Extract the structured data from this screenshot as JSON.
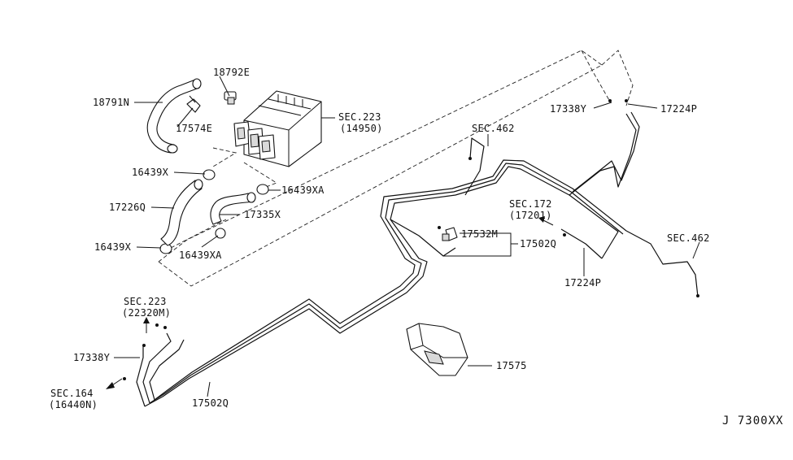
{
  "diagram_code": "J 7300XX",
  "labels": {
    "p18792E": "18792E",
    "p18791N": "18791N",
    "p17574E": "17574E",
    "sec223_14950_a": "SEC.223",
    "sec223_14950_b": "(14950)",
    "p16439X_top": "16439X",
    "p16439XA_right": "16439XA",
    "p17226Q": "17226Q",
    "p17335X": "17335X",
    "p16439X_bottom": "16439X",
    "p16439XA_bottom": "16439XA",
    "sec462_top": "SEC.462",
    "p17338Y_right": "17338Y",
    "p17224P_top": "17224P",
    "sec172_a": "SEC.172",
    "sec172_b": "(17201)",
    "sec462_right": "SEC.462",
    "p17532M": "17532M",
    "p17502Q_right": "17502Q",
    "p17224P_bottom": "17224P",
    "sec223_22320M_a": "SEC.223",
    "sec223_22320M_b": "(22320M)",
    "p17338Y_left": "17338Y",
    "sec164_a": "SEC.164",
    "sec164_b": "(16440N)",
    "p17502Q_bottom": "17502Q",
    "p17575": "17575"
  }
}
